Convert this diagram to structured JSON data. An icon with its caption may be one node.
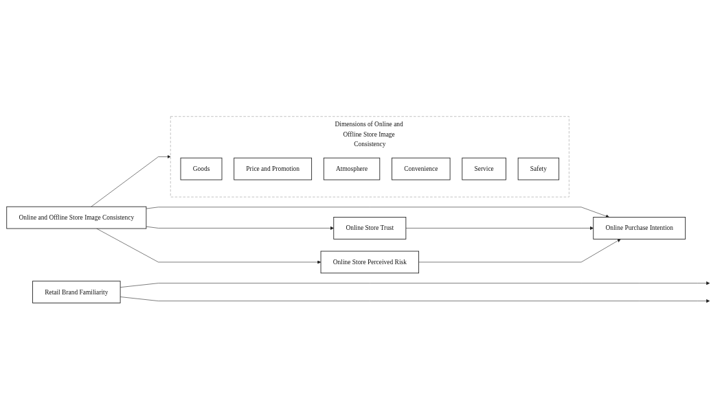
{
  "diagram": {
    "nodes": [
      {
        "text": [
          "Dimensions of Online and Offline Store Image Consistency"
        ]
      },
      {
        "text": [
          "Goods"
        ],
        "in": 0
      },
      {
        "text": [
          "Price and Promotion"
        ],
        "in": 0
      },
      {
        "text": [
          "Atmosphere"
        ],
        "in": 0
      },
      {
        "text": [
          "Convenience"
        ],
        "in": 0
      },
      {
        "text": [
          "Service"
        ],
        "in": 0
      },
      {
        "text": [
          "Safety"
        ],
        "in": 0
      },
      {
        "text": [
          "Retail Brand Familiarity"
        ]
      },
      {
        "text": [
          "Online and Offline Store Image Consistency"
        ]
      },
      {
        "text": [
          "Online Store Trust"
        ]
      },
      {
        "text": [
          "Online Store Perceived Risk"
        ]
      },
      {
        "text": [
          "Online Purchase Intention"
        ]
      }
    ],
    "edges": [
      {
        "from": 8,
        "to": 0,
        "arrow": "to"
      },
      {
        "from": 7,
        "to": null,
        "arrow": "to"
      },
      {
        "from": 7,
        "to": null,
        "arrow": "to"
      },
      {
        "from": 8,
        "to": 9,
        "arrow": "to"
      },
      {
        "from": 8,
        "to": 10,
        "arrow": "to"
      },
      {
        "from": 8,
        "to": 11,
        "arrow": "to"
      },
      {
        "from": 9,
        "to": 11,
        "arrow": "to"
      },
      {
        "from": 10,
        "to": 11,
        "arrow": "to"
      }
    ]
  }
}
